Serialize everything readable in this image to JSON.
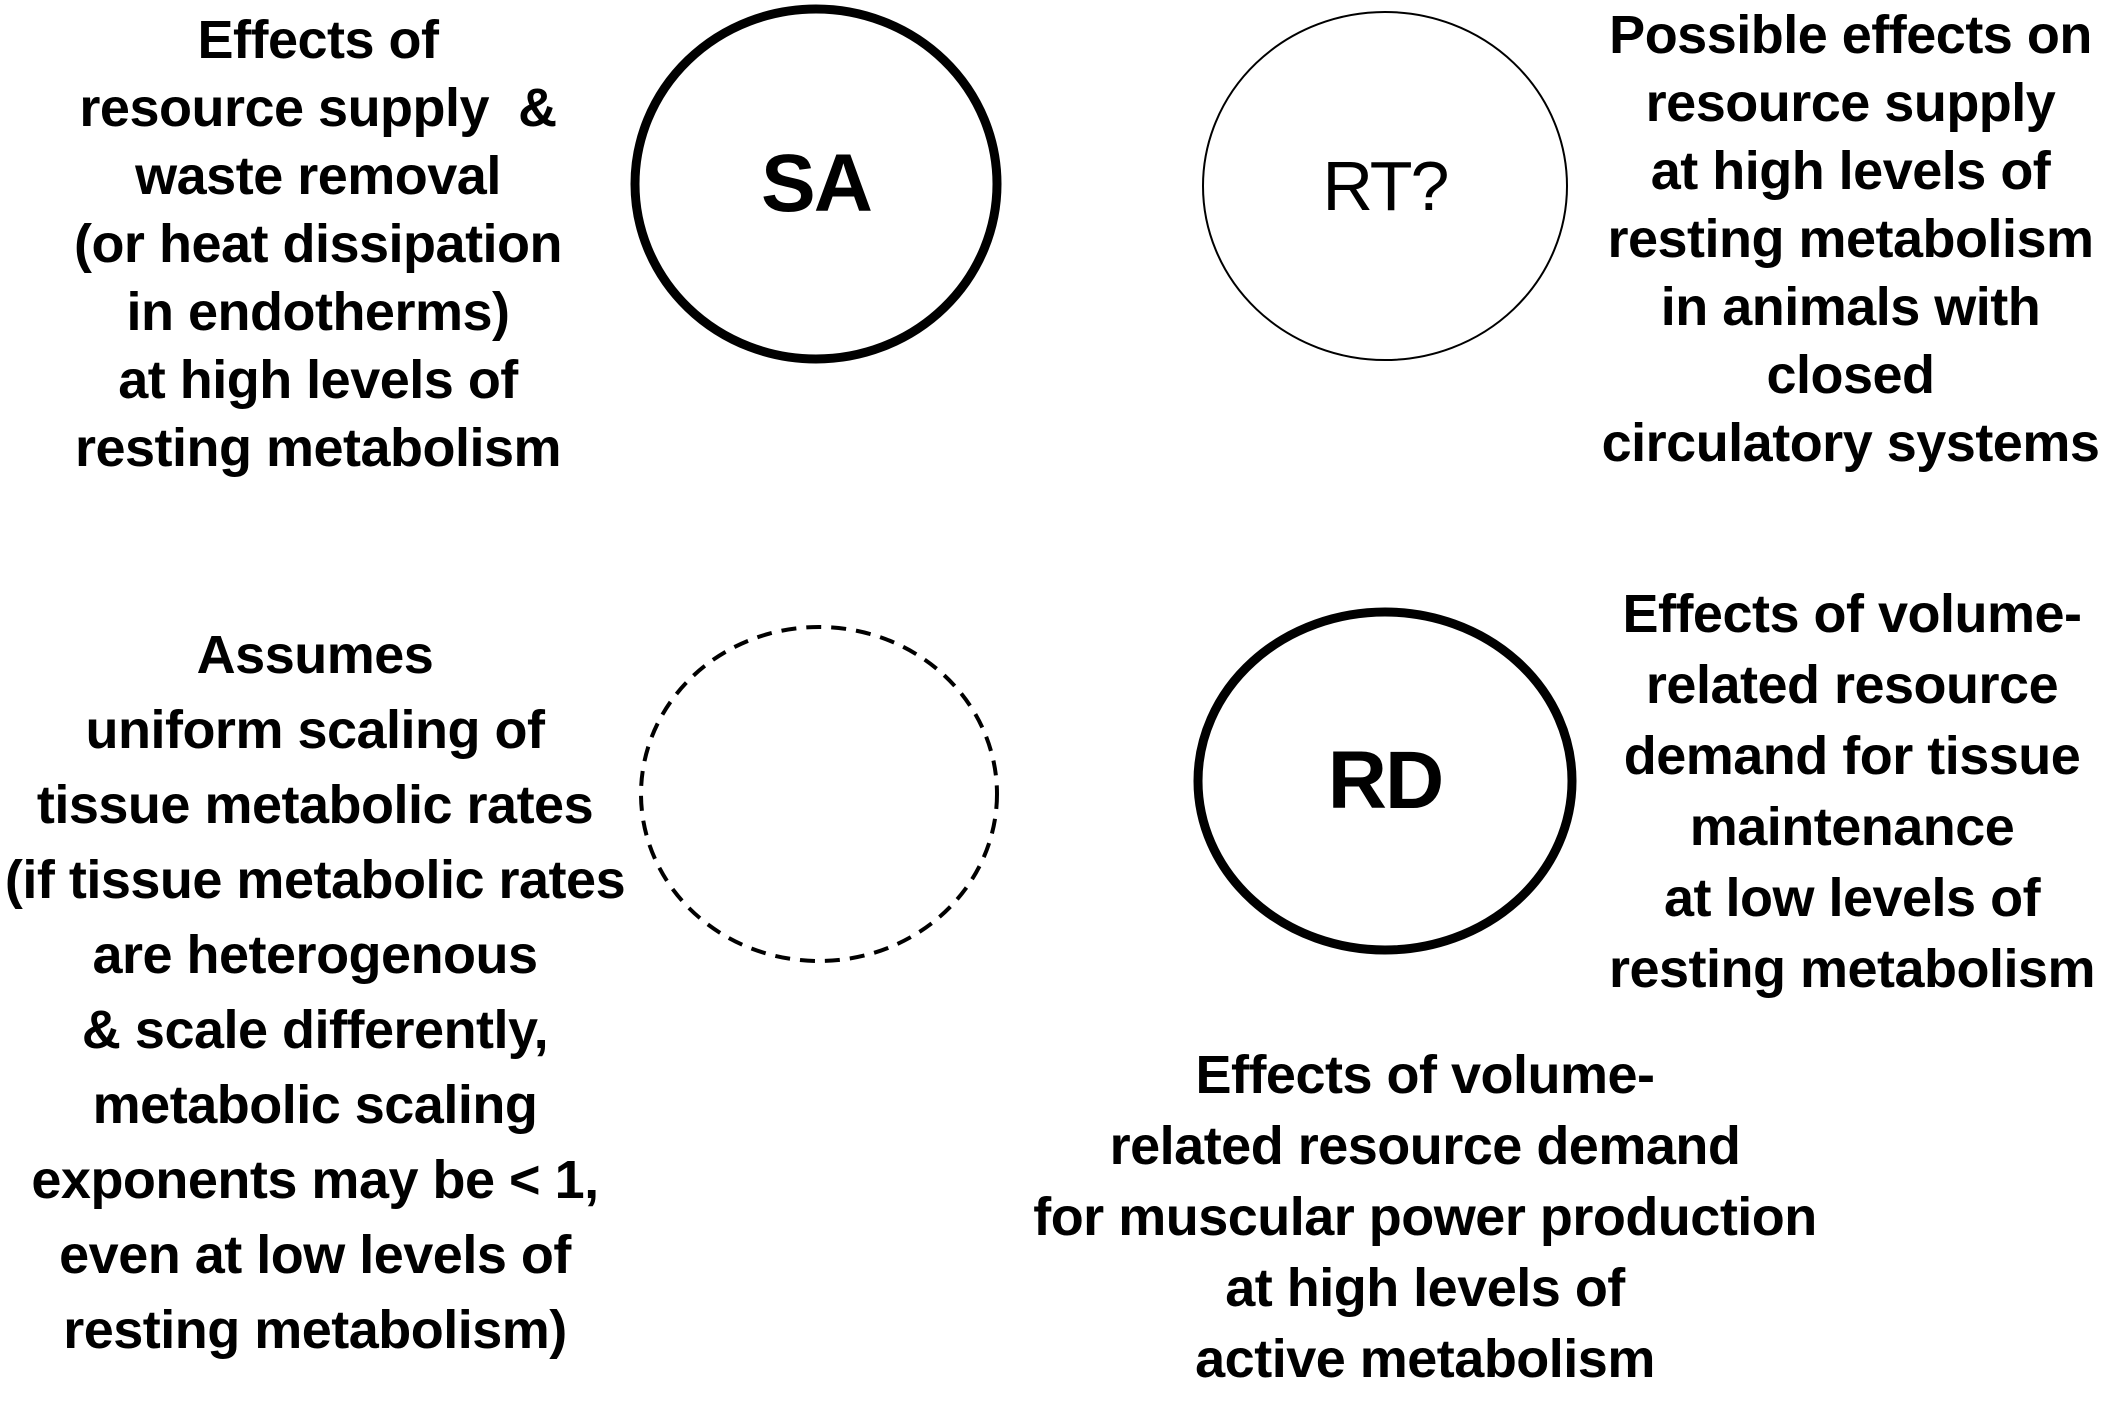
{
  "figure": {
    "background": "#ffffff",
    "text_color": "#000000",
    "stroke_color": "#000000"
  },
  "text_blocks": {
    "top_left": "Effects of\nresource supply  &\nwaste removal\n(or heat dissipation\nin endotherms)\nat high levels of\nresting metabolism",
    "top_right": "Possible effects on\nresource supply\nat high levels of\nresting metabolism\nin animals with closed\ncirculatory systems",
    "bottom_left": "Assumes\nuniform scaling of\ntissue metabolic rates\n(if tissue metabolic rates\nare heterogenous\n& scale differently,\nmetabolic scaling\nexponents may be < 1,\neven at low levels of\nresting metabolism)",
    "bottom_right": "Effects of volume-\nrelated resource\ndemand for tissue\nmaintenance\nat low levels of\nresting metabolism",
    "bottom_center": "Effects of volume-\nrelated resource demand\nfor muscular power production\nat high levels of\nactive metabolism"
  },
  "circles": {
    "sa": {
      "label": "SA",
      "border_style": "solid-thick"
    },
    "rt": {
      "label": "RT?",
      "border_style": "solid-thin"
    },
    "dashed": {
      "label": "",
      "border_style": "dashed"
    },
    "rd": {
      "label": "RD",
      "border_style": "solid-thick"
    }
  }
}
